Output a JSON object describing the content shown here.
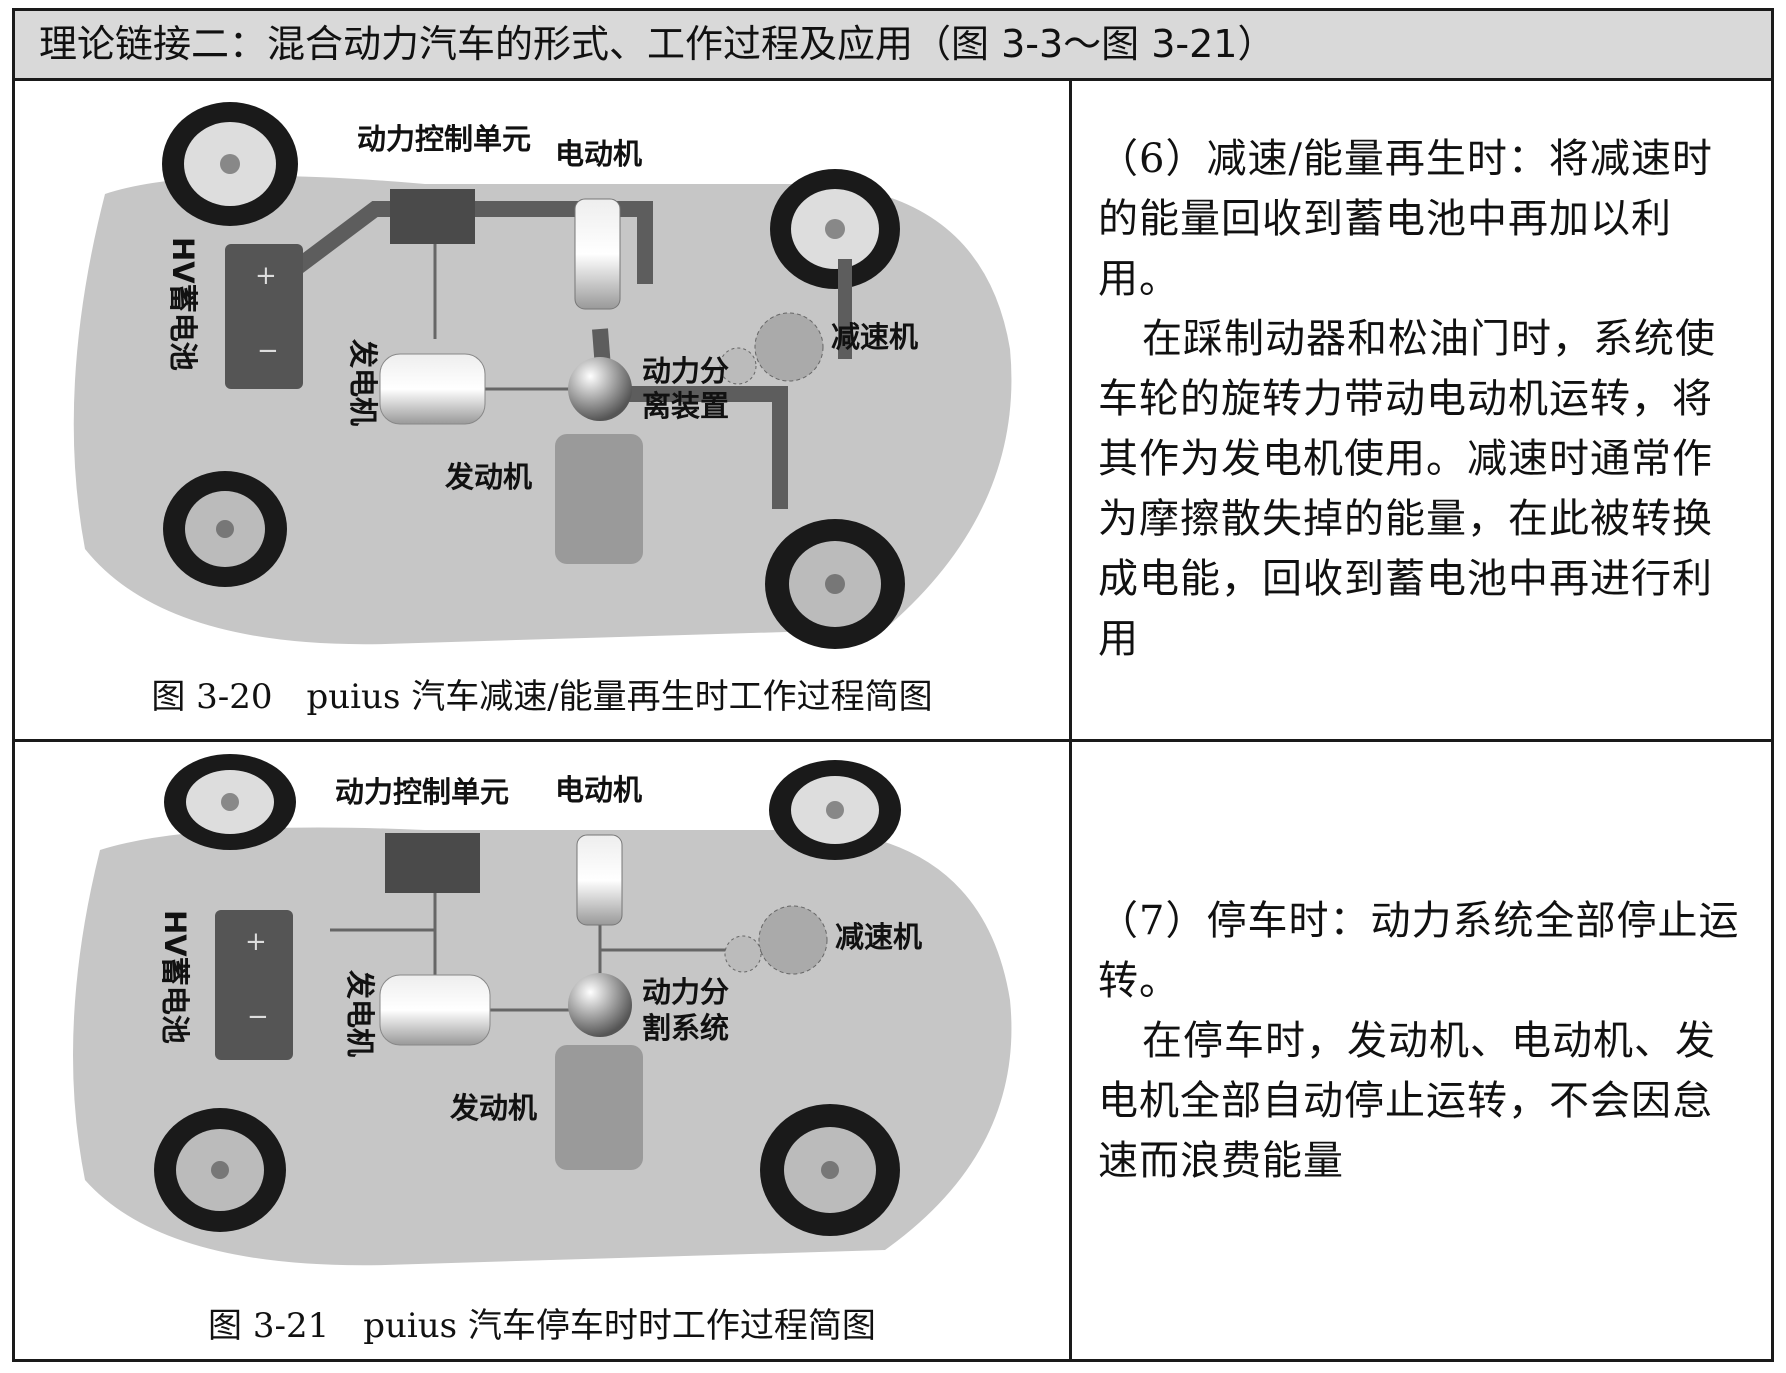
{
  "header": {
    "title": "理论链接二：混合动力汽车的形式、工作过程及应用（图 3-3～图 3-21）"
  },
  "figure1": {
    "caption": "图 3-20　puius 汽车减速/能量再生时工作过程简图",
    "labels": {
      "pcu": "动力控制单元",
      "motor": "电动机",
      "battery": "HV蓄电池",
      "generator": "发电机",
      "splitter": [
        "动力分",
        "离装置"
      ],
      "reducer": "减速机",
      "engine": "发动机"
    }
  },
  "figure2": {
    "caption": "图 3-21　puius 汽车停车时时工作过程简图",
    "labels": {
      "pcu": "动力控制单元",
      "motor": "电动机",
      "battery": "HV蓄电池",
      "generator": "发电机",
      "splitter": [
        "动力分",
        "割系统"
      ],
      "reducer": "减速机",
      "engine": "发动机"
    }
  },
  "section6": {
    "heading": "（6）减速/能量再生时：将减速时的能量回收到蓄电池中再加以利用。",
    "body": "在踩制动器和松油门时，系统使车轮的旋转力带动电动机运转，将其作为发电机使用。减速时通常作为摩擦散失掉的能量，在此被转换成电能，回收到蓄电池中再进行利用"
  },
  "section7": {
    "heading": "（7）停车时：动力系统全部停止运转。",
    "body": "在停车时，发动机、电动机、发电机全部自动停止运转，不会因怠速而浪费能量"
  }
}
